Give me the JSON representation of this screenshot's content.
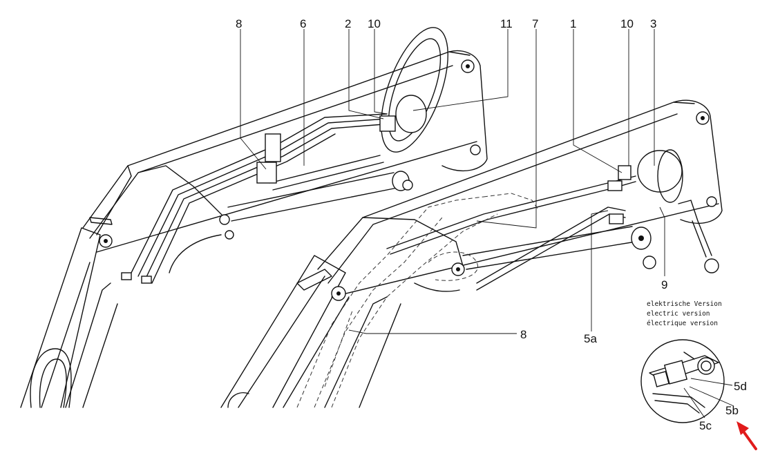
{
  "callouts": {
    "c8_top": "8",
    "c6": "6",
    "c2": "2",
    "c10_left": "10",
    "c11": "11",
    "c7": "7",
    "c1": "1",
    "c10_right": "10",
    "c3": "3",
    "c9": "9",
    "c5a": "5a",
    "c8_mid": "8",
    "c5d": "5d",
    "c5b": "5b",
    "c5c": "5c"
  },
  "note": {
    "line_de": "elektrische Version",
    "line_en": "electric version",
    "line_fr": "électrique version"
  },
  "colors": {
    "line": "#111111",
    "arrow": "#e11b1b"
  }
}
